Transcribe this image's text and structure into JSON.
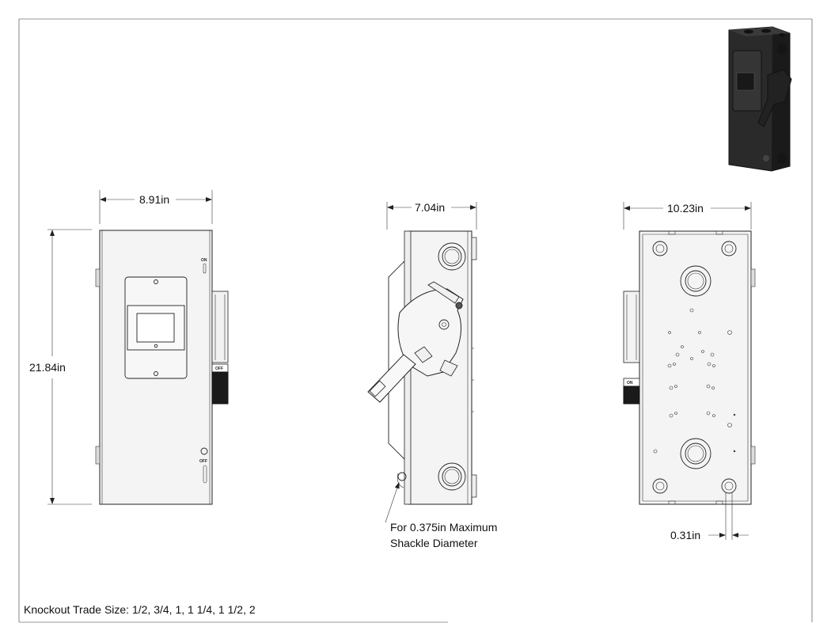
{
  "dimensions": {
    "front_width": "8.91in",
    "side_depth": "7.04in",
    "back_width": "10.23in",
    "height": "21.84in",
    "mount_hole": "0.31in"
  },
  "labels": {
    "on_front": "ON",
    "off_front": "OFF",
    "off_handle": "OFF",
    "on_handle": "ON"
  },
  "notes": {
    "shackle_line1": "For 0.375in Maximum",
    "shackle_line2": "Shackle Diameter",
    "knockout": "Knockout Trade Size: 1/2, 3/4, 1, 1 1/4, 1 1/2, 2"
  },
  "colors": {
    "line": "#222222",
    "enclosure_render": "#2a2a2a",
    "handle_block": "#1a1a1a"
  }
}
